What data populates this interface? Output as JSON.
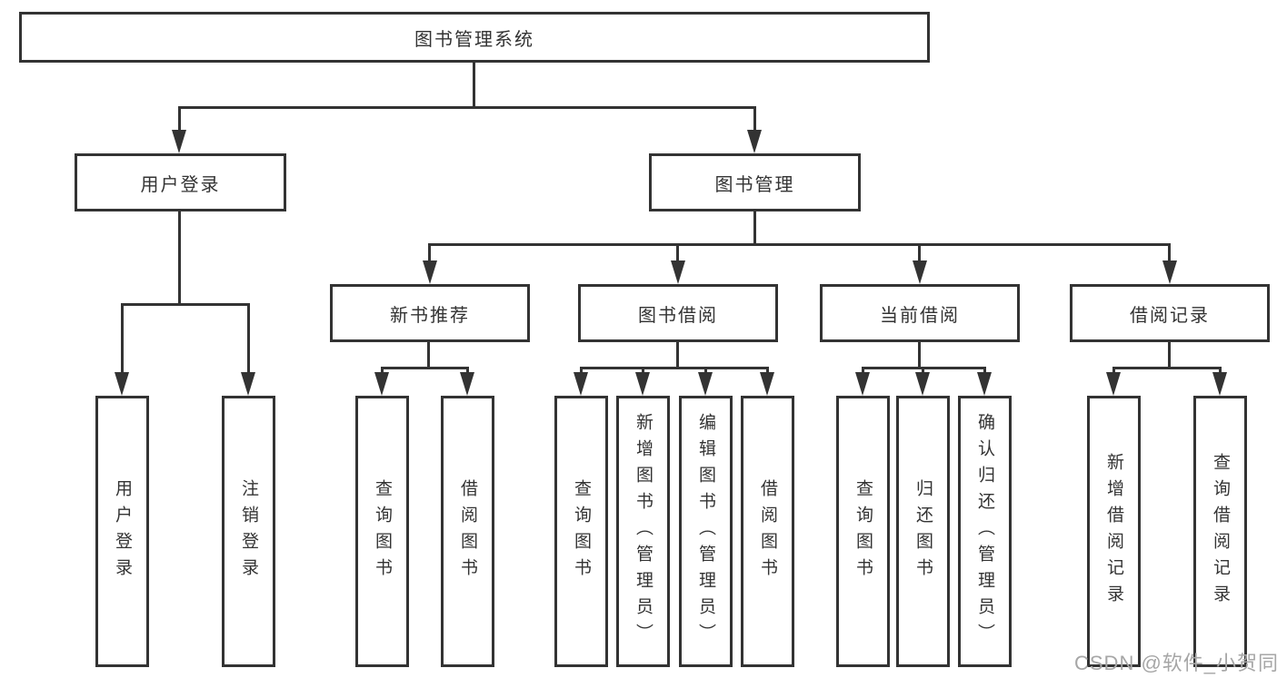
{
  "watermark": "CSDN @软件_小贺同学",
  "colors": {
    "line": "#333333",
    "text": "#333333",
    "background": "#ffffff",
    "watermark_color": "#a6a6a6"
  },
  "root": {
    "label": "图书管理系统",
    "children": [
      {
        "label": "用户登录",
        "children": [
          {
            "label": "用户登录"
          },
          {
            "label": "注销登录"
          }
        ]
      },
      {
        "label": "图书管理",
        "children": [
          {
            "label": "新书推荐",
            "children": [
              {
                "label": "查询图书"
              },
              {
                "label": "借阅图书"
              }
            ]
          },
          {
            "label": "图书借阅",
            "children": [
              {
                "label": "查询图书"
              },
              {
                "label": "新增图书（管理员）"
              },
              {
                "label": "编辑图书（管理员）"
              },
              {
                "label": "借阅图书"
              }
            ]
          },
          {
            "label": "当前借阅",
            "children": [
              {
                "label": "查询图书"
              },
              {
                "label": "归还图书"
              },
              {
                "label": "确认归还（管理员）"
              }
            ]
          },
          {
            "label": "借阅记录",
            "children": [
              {
                "label": "新增借阅记录"
              },
              {
                "label": "查询借阅记录"
              }
            ]
          }
        ]
      }
    ]
  }
}
